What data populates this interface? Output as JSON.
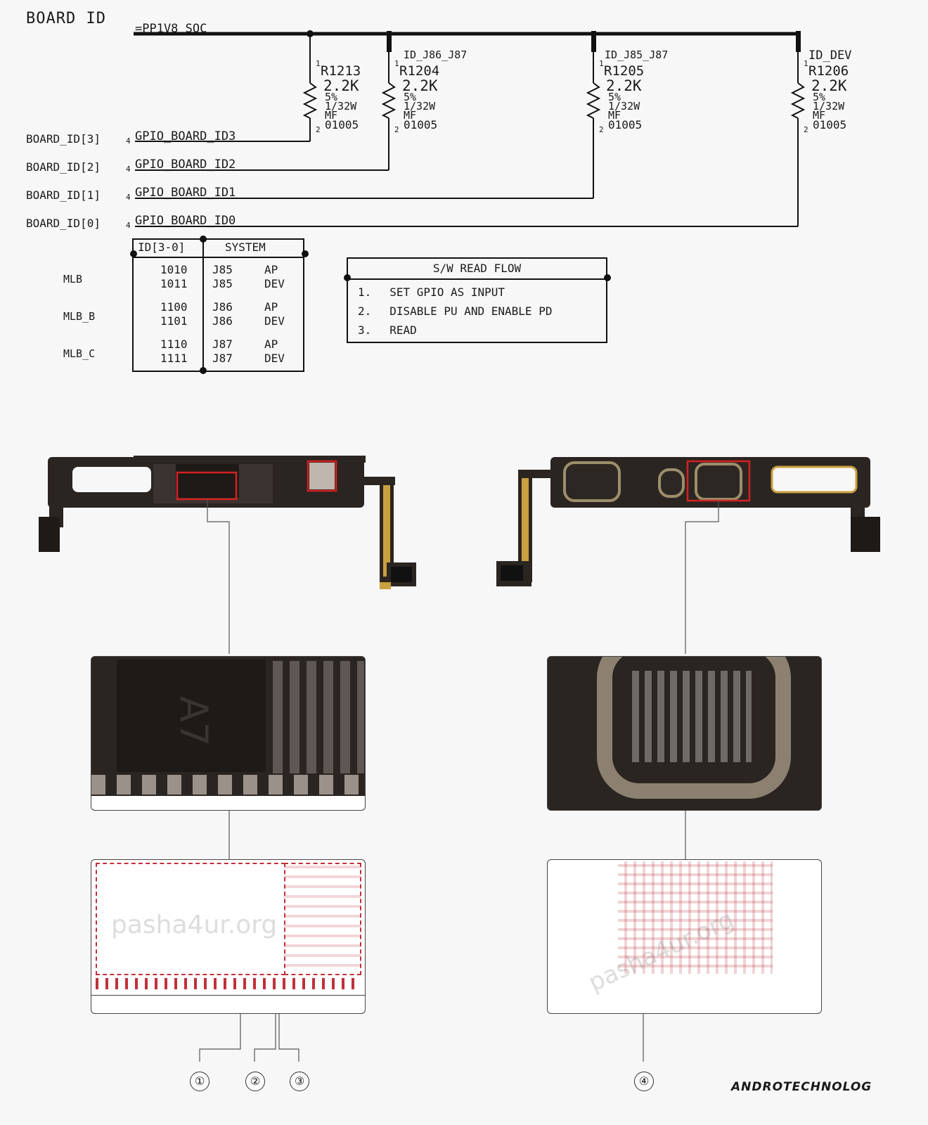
{
  "schematic": {
    "title": "BOARD ID",
    "rail": "=PP1V8_SOC",
    "resistors": [
      {
        "ref": "R1213",
        "value": "2.2K",
        "tol": "5%",
        "power": "1/32W",
        "type": "MF",
        "pkg": "01005",
        "net": ""
      },
      {
        "ref": "R1204",
        "value": "2.2K",
        "tol": "5%",
        "power": "1/32W",
        "type": "MF",
        "pkg": "01005",
        "net": "ID_J86_J87"
      },
      {
        "ref": "R1205",
        "value": "2.2K",
        "tol": "5%",
        "power": "1/32W",
        "type": "MF",
        "pkg": "01005",
        "net": "ID_J85_J87"
      },
      {
        "ref": "R1206",
        "value": "2.2K",
        "tol": "5%",
        "power": "1/32W",
        "type": "MF",
        "pkg": "01005",
        "net": "ID_DEV"
      }
    ],
    "pin1": "1",
    "pin2": "2",
    "pin4": "4",
    "gpio_lines": [
      {
        "port": "BOARD_ID[3]",
        "net": "GPIO_BOARD_ID3"
      },
      {
        "port": "BOARD_ID[2]",
        "net": "GPIO_BOARD_ID2"
      },
      {
        "port": "BOARD_ID[1]",
        "net": "GPIO_BOARD_ID1"
      },
      {
        "port": "BOARD_ID[0]",
        "net": "GPIO_BOARD_ID0"
      }
    ]
  },
  "id_table": {
    "headers": [
      "ID[3-0]",
      "SYSTEM"
    ],
    "groups": [
      {
        "label": "MLB",
        "rows": [
          [
            "1010",
            "J85",
            "AP"
          ],
          [
            "1011",
            "J85",
            "DEV"
          ]
        ]
      },
      {
        "label": "MLB_B",
        "rows": [
          [
            "1100",
            "J86",
            "AP"
          ],
          [
            "1101",
            "J86",
            "DEV"
          ]
        ]
      },
      {
        "label": "MLB_C",
        "rows": [
          [
            "1110",
            "J87",
            "AP"
          ],
          [
            "1111",
            "J87",
            "DEV"
          ]
        ]
      }
    ]
  },
  "sw_flow": {
    "title": "S/W READ FLOW",
    "steps": [
      {
        "num": "1.",
        "text": "SET GPIO AS INPUT"
      },
      {
        "num": "2.",
        "text": "DISABLE PU AND ENABLE PD"
      },
      {
        "num": "3.",
        "text": "READ"
      }
    ]
  },
  "photos": {
    "chip_mark": "A7",
    "watermark": "pasha4ur.org"
  },
  "callouts": [
    "①",
    "②",
    "③",
    "④"
  ],
  "brand": "ANDROTECHNOLOG",
  "colors": {
    "highlight": "#d42020",
    "board": "#2b2522",
    "gold": "#c9a040",
    "layout_red": "#c0303a"
  }
}
